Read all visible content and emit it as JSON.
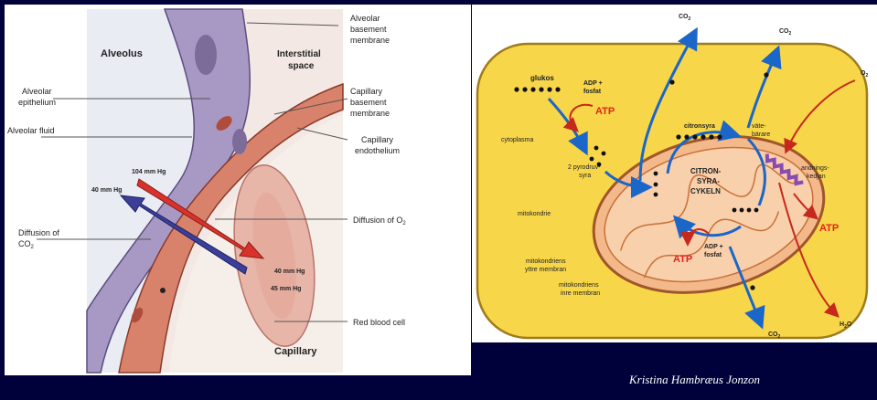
{
  "left_panel": {
    "title_alveolus": "Alveolus",
    "title_interstitial_1": "Interstitial",
    "title_interstitial_2": "space",
    "title_capillary": "Capillary",
    "alveolar_epithelium_1": "Alveolar",
    "alveolar_epithelium_2": "epithelium",
    "alveolar_fluid": "Alveolar fluid",
    "diffusion_co2_1": "Diffusion of",
    "diffusion_co2_2": "CO",
    "alveolar_basement_1": "Alveolar",
    "alveolar_basement_2": "basement",
    "alveolar_basement_3": "membrane",
    "capillary_basement_1": "Capillary",
    "capillary_basement_2": "basement",
    "capillary_basement_3": "membrane",
    "capillary_endo_1": "Capillary",
    "capillary_endo_2": "endothelium",
    "diffusion_o2": "Diffusion of O",
    "red_blood_cell": "Red blood cell",
    "p_104": "104 mm Hg",
    "p_40_left": "40 mm Hg",
    "p_40_right": "40 mm Hg",
    "p_45": "45 mm Hg",
    "colors": {
      "o2_arrow": "#d9322b",
      "co2_arrow": "#3b3f9a",
      "epithelium": "#a899c4",
      "endothelium": "#d9826b"
    }
  },
  "right_panel": {
    "co2_top_1": "CO",
    "co2_top_2": "CO",
    "o2_right": "O",
    "glukos": "glukos",
    "adp_top_1": "ADP +",
    "adp_top_2": "fosfat",
    "atp_top": "ATP",
    "cytoplasma": "cytoplasma",
    "pyro_1": "2 pyrodruv-",
    "pyro_2": "syra",
    "citronsyra": "citronsyra",
    "vate_1": "väte-",
    "vate_2": "bärare",
    "cycle_1": "CITRON-",
    "cycle_2": "SYRA-",
    "cycle_3": "CYKELN",
    "andnings_1": "andnings-",
    "andnings_2": "kedjan",
    "atp_right": "ATP",
    "mitokondrie": "mitokondrie",
    "adp_bottom_1": "ADP +",
    "adp_bottom_2": "fosfat",
    "atp_bottom": "ATP",
    "yttre_1": "mitokondriens",
    "yttre_2": "yttre membran",
    "inre_1": "mitokondriens",
    "inre_2": "inre membran",
    "co2_bottom": "CO",
    "h2o": "H",
    "colors": {
      "cell": "#f7d64a",
      "mito": "#f4b98a",
      "flow": "#1a66c9",
      "atp": "#e2231a"
    }
  },
  "footer": {
    "author": "Kristina Hambræus Jonzon"
  }
}
